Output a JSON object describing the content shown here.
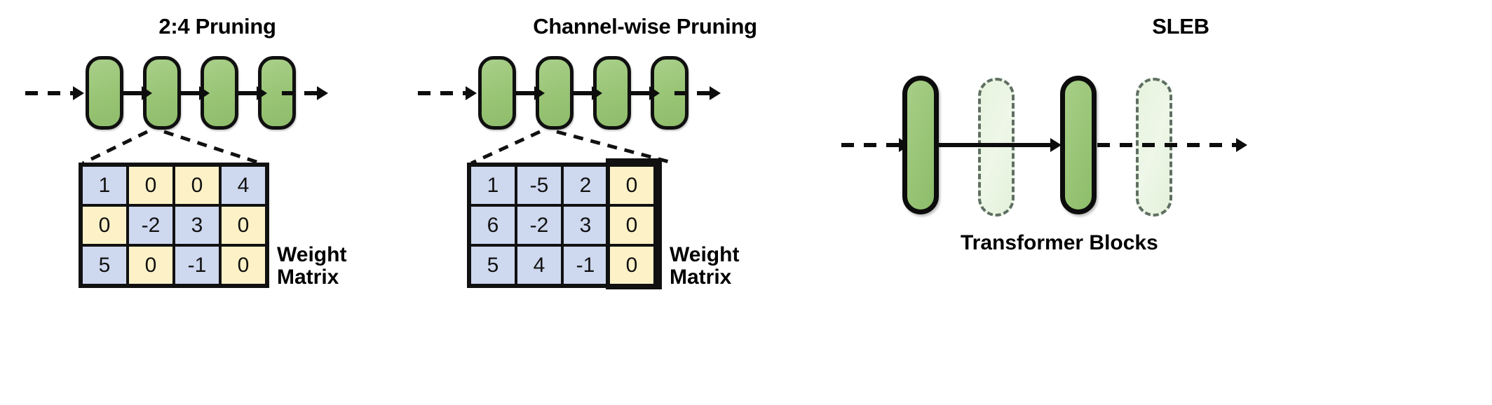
{
  "figure": {
    "background": "#ffffff",
    "accent_green": "#9bc678",
    "cell_blue": "#ced8ef",
    "cell_yellow": "#fdf2c7",
    "outline_black": "#111111"
  },
  "panels": {
    "pruning_24": {
      "title": "2:4 Pruning",
      "blocks": [
        "block-1",
        "block-2",
        "block-3",
        "block-4"
      ],
      "highlighted_block_index": 1,
      "weight_matrix_caption": "Weight\nMatrix",
      "matrix": {
        "rows": 3,
        "cols": 4,
        "values": [
          [
            "1",
            "0",
            "0",
            "4"
          ],
          [
            "0",
            "-2",
            "3",
            "0"
          ],
          [
            "5",
            "0",
            "-1",
            "0"
          ]
        ],
        "pruned_mask": [
          [
            false,
            true,
            true,
            false
          ],
          [
            true,
            false,
            false,
            true
          ],
          [
            false,
            true,
            false,
            true
          ]
        ]
      }
    },
    "channel_wise": {
      "title": "Channel-wise Pruning",
      "blocks": [
        "block-1",
        "block-2",
        "block-3",
        "block-4"
      ],
      "highlighted_block_index": 1,
      "weight_matrix_caption": "Weight\nMatrix",
      "matrix": {
        "rows": 3,
        "cols": 4,
        "values": [
          [
            "1",
            "-5",
            "2",
            "0"
          ],
          [
            "6",
            "-2",
            "3",
            "0"
          ],
          [
            "5",
            "4",
            "-1",
            "0"
          ]
        ],
        "pruned_mask": [
          [
            false,
            false,
            false,
            true
          ],
          [
            false,
            false,
            false,
            true
          ],
          [
            false,
            false,
            false,
            true
          ]
        ],
        "pruned_column_index": 3
      }
    },
    "sleb": {
      "title": "SLEB",
      "caption": "Transformer Blocks",
      "blocks": [
        {
          "name": "block-1",
          "state": "kept"
        },
        {
          "name": "block-2",
          "state": "removed"
        },
        {
          "name": "block-3",
          "state": "kept"
        },
        {
          "name": "block-4",
          "state": "removed"
        }
      ]
    }
  },
  "icons": {
    "arrow_in": "dashed-arrow-right-icon",
    "arrow_between": "solid-arrow-right-icon",
    "arrow_out": "dashed-arrow-right-icon",
    "callout": "dashed-callout-line-icon"
  }
}
